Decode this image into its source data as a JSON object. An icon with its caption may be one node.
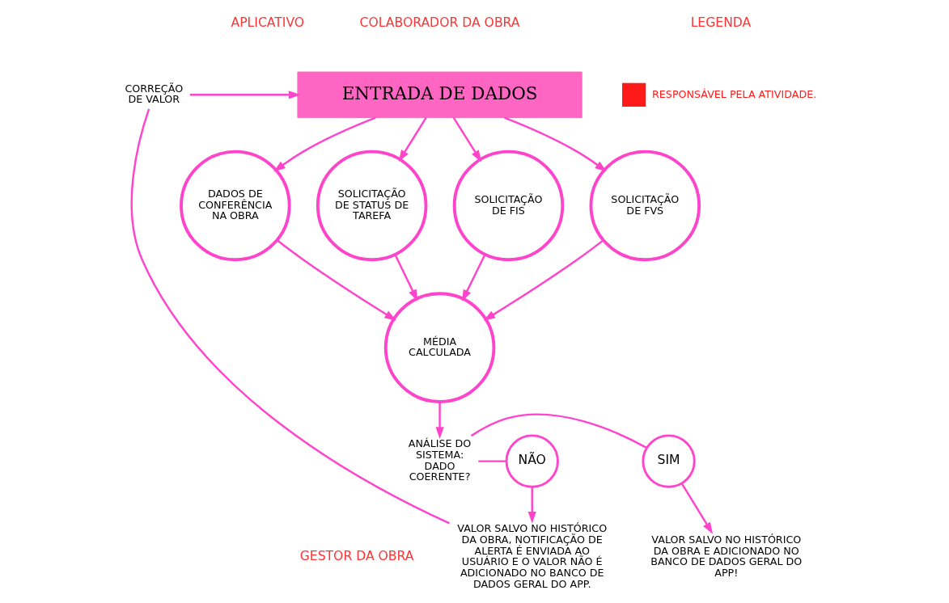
{
  "diagram": {
    "nodes": [
      {
        "text": [
          "ENTRADA DE DADOS"
        ]
      },
      {
        "text": [
          "SOLICITAÇÃO DE FIS"
        ]
      },
      {
        "text": [
          "SOLICITAÇÃO DE FVS"
        ]
      },
      {
        "text": [
          "DADOS DE CONFERÊNCIA NA OBRA"
        ]
      },
      {
        "text": [
          "SOLICITAÇÃO DE STATUS DE TAREFA"
        ]
      },
      {
        "text": [
          "MÉDIA CALCULADA"
        ]
      },
      {
        "text": [
          "ANÁLISE DO SISTEMA: DADO COERENTE?"
        ]
      },
      {
        "text": [
          "SIM"
        ]
      },
      {
        "text": [
          "NÃO"
        ]
      },
      {
        "text": [
          "VALOR SALVO NO HISTÓRICO DA OBRA E ADICIONADO NO BANCO DE DADOS GERAL DO APP!"
        ]
      },
      {
        "text": [
          "VALOR SALVO NO HISTÓRICO DA OBRA, NOTIFICAÇÃO DE ALERTA É ENVIADA AO USUÁRIO E O VALOR NÃO É ADICIONADO NO BANCO DE DADOS GERAL DO APP."
        ]
      },
      {
        "text": [
          "CORREÇÃO DE VALOR"
        ]
      }
    ],
    "edges": [
      {
        "from": 0,
        "to": 1,
        "arrow": "to"
      },
      {
        "from": 0,
        "to": 2,
        "arrow": "to"
      },
      {
        "from": 0,
        "to": 3,
        "arrow": "to"
      },
      {
        "from": 0,
        "to": 4,
        "arrow": "to"
      },
      {
        "from": 1,
        "to": 5,
        "arrow": "to"
      },
      {
        "from": 2,
        "to": 5,
        "arrow": "to"
      },
      {
        "from": 3,
        "to": 5,
        "arrow": "to"
      },
      {
        "from": 4,
        "to": 5,
        "arrow": "to"
      },
      {
        "from": 5,
        "to": 6,
        "arrow": "to"
      },
      {
        "from": 6,
        "to": 7,
        "arrow": "none"
      },
      {
        "from": 7,
        "to": 9,
        "arrow": "to"
      },
      {
        "from": 6,
        "to": 8,
        "arrow": "none"
      },
      {
        "from": 8,
        "to": 10,
        "arrow": "to"
      },
      {
        "from": 10,
        "to": 11,
        "arrow": "none"
      },
      {
        "from": 11,
        "to": 0,
        "arrow": "to"
      }
    ],
    "labels": [
      "COLABORADOR DA OBRA",
      "APLICATIVO",
      "GESTOR DA OBRA",
      "LEGENDA"
    ],
    "legend": [
      {
        "text": "RESPONSÁVEL PELA ATIVIDADE.",
        "color": "#ff1a1a"
      }
    ]
  }
}
